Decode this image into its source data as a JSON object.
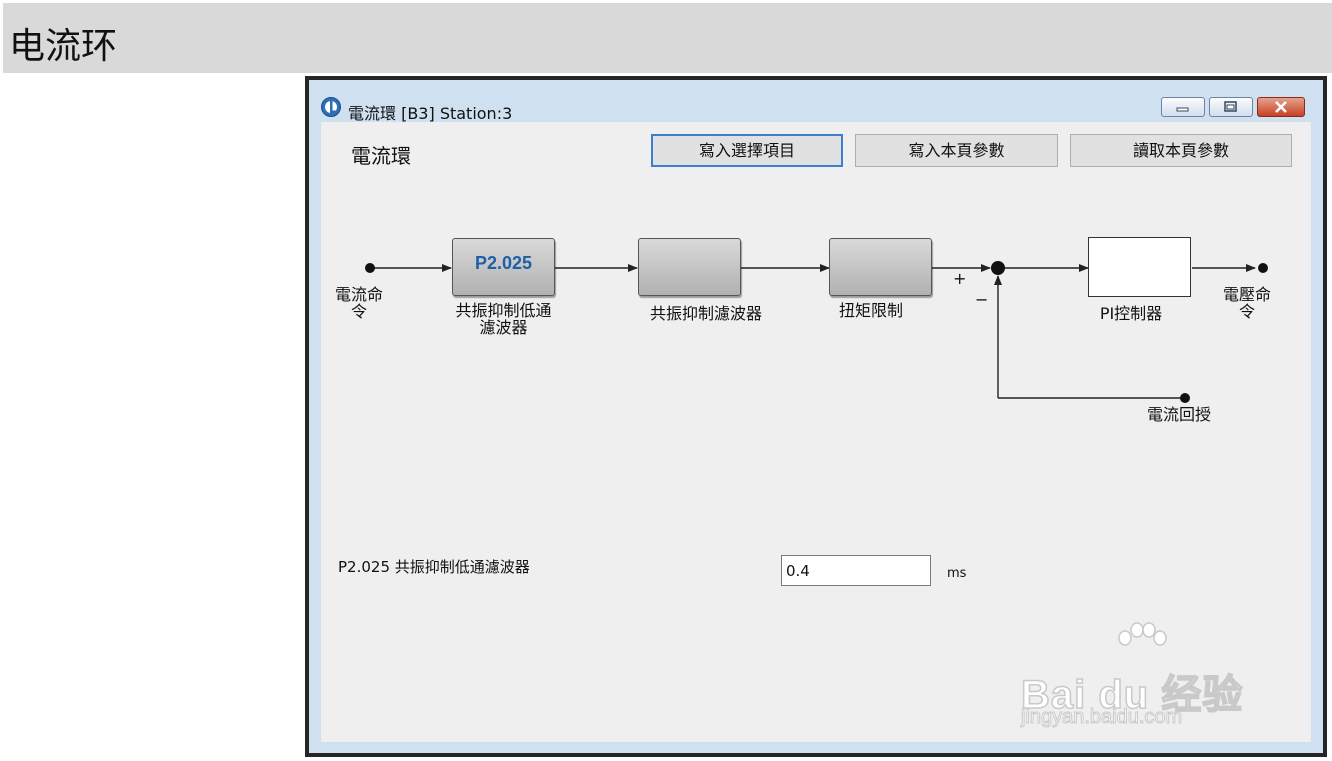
{
  "page": {
    "title": "电流环"
  },
  "window": {
    "title": "電流環 [B3] Station:3",
    "controls": {
      "minimize": "minimize-icon",
      "maximize": "maximize-icon",
      "close": "close-icon"
    }
  },
  "panel": {
    "title": "電流環",
    "buttons": {
      "write_selected": "寫入選擇項目",
      "write_page": "寫入本頁參數",
      "read_page": "讀取本頁參數"
    }
  },
  "diagram": {
    "input_label": "電流命令",
    "block1": {
      "id": "P2.025",
      "label": "共振抑制低通濾波器"
    },
    "block2": {
      "label": "共振抑制濾波器"
    },
    "block3": {
      "label": "扭矩限制"
    },
    "block4": {
      "label": "PI控制器"
    },
    "plus": "+",
    "minus": "−",
    "output_label": "電壓命令",
    "feedback_label": "電流回授"
  },
  "param": {
    "label": "P2.025 共振抑制低通濾波器",
    "value": "0.4",
    "unit": "ms"
  },
  "watermark": {
    "logo": "Bai du 经验",
    "url": "jingyan.baidu.com"
  }
}
